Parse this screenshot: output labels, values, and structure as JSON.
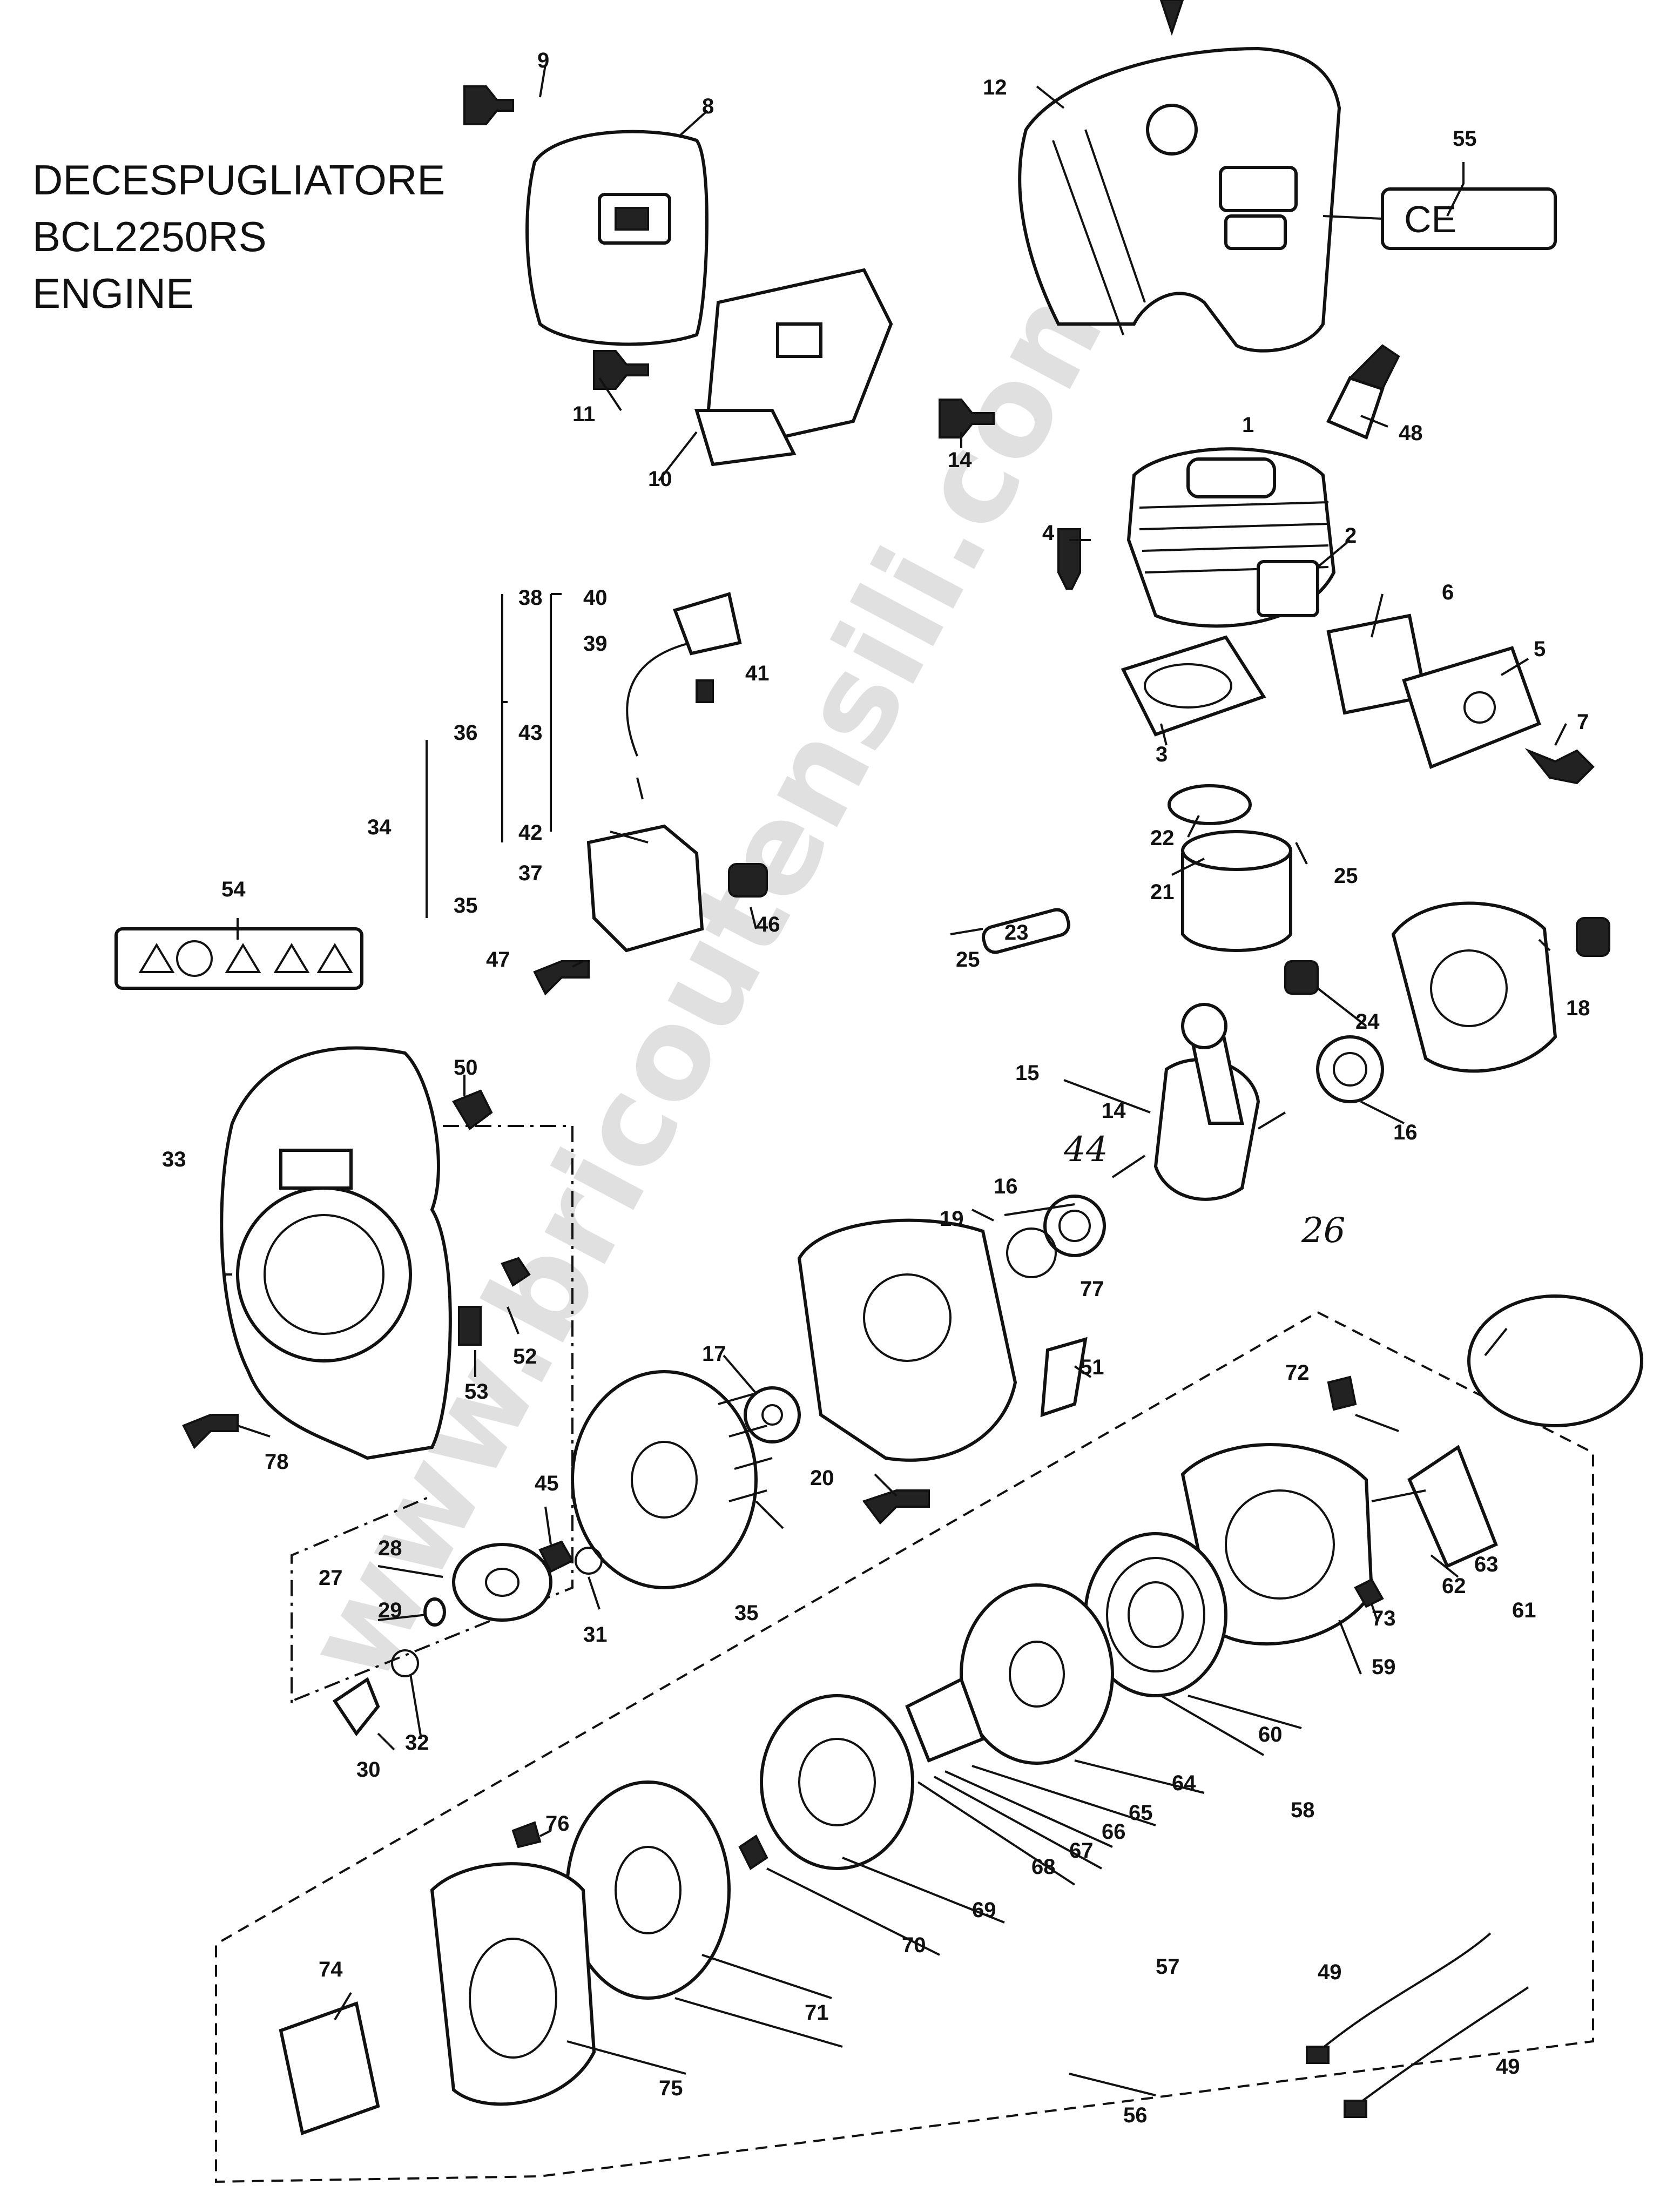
{
  "title": {
    "line1": "DECESPUGLIATORE",
    "line2": "BCL2250RS",
    "line3": "ENGINE"
  },
  "watermark": "www.bricoutensili.com",
  "ce_label": "CE",
  "handwritten": {
    "note_44": "44",
    "note_26": "26"
  },
  "callouts": {
    "c1": "1",
    "c2": "2",
    "c3": "3",
    "c4": "4",
    "c5": "5",
    "c6": "6",
    "c7": "7",
    "c8": "8",
    "c9": "9",
    "c10": "10",
    "c11": "11",
    "c12": "12",
    "c14": "14",
    "c14b": "14",
    "c15": "15",
    "c16a": "16",
    "c16b": "16",
    "c17": "17",
    "c18": "18",
    "c19": "19",
    "c20": "20",
    "c21": "21",
    "c22": "22",
    "c23": "23",
    "c24": "24",
    "c25a": "25",
    "c25b": "25",
    "c27": "27",
    "c28": "28",
    "c29": "29",
    "c30": "30",
    "c31": "31",
    "c32": "32",
    "c33": "33",
    "c34": "34",
    "c35a": "35",
    "c35b": "35",
    "c36": "36",
    "c37": "37",
    "c38": "38",
    "c39": "39",
    "c40": "40",
    "c41": "41",
    "c42": "42",
    "c43": "43",
    "c45": "45",
    "c46": "46",
    "c47": "47",
    "c48": "48",
    "c49a": "49",
    "c49b": "49",
    "c50": "50",
    "c51": "51",
    "c52": "52",
    "c53": "53",
    "c54": "54",
    "c55": "55",
    "c56": "56",
    "c57": "57",
    "c58": "58",
    "c59": "59",
    "c60": "60",
    "c61": "61",
    "c62": "62",
    "c63": "63",
    "c64": "64",
    "c65": "65",
    "c66": "66",
    "c67": "67",
    "c68": "68",
    "c69": "69",
    "c70": "70",
    "c71": "71",
    "c72": "72",
    "c73": "73",
    "c74": "74",
    "c75": "75",
    "c76": "76",
    "c77": "77",
    "c78": "78"
  }
}
